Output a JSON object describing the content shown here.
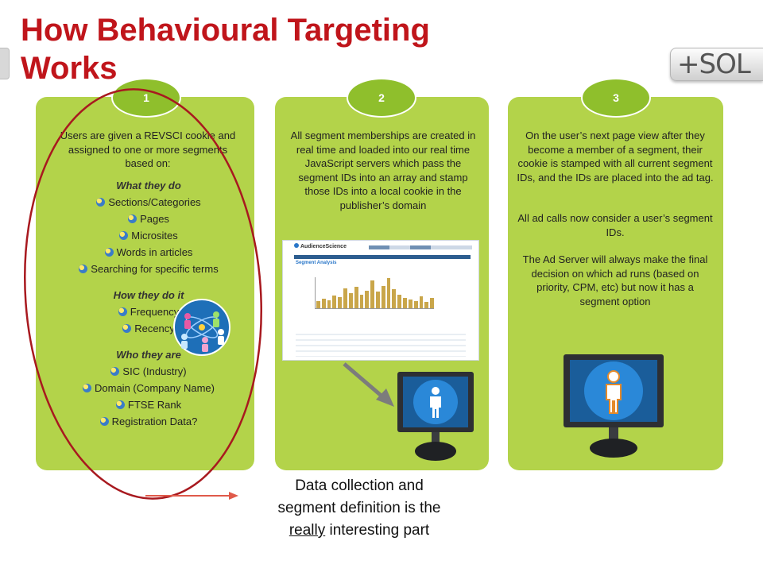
{
  "slide": {
    "title_line1": "How Behavioural Targeting",
    "title_line2": "Works",
    "logo_text": "+SOL",
    "accent_color": "#c0151b",
    "panel_color": "#b3d34a"
  },
  "steps": [
    {
      "number": "1"
    },
    {
      "number": "2"
    },
    {
      "number": "3"
    }
  ],
  "panel1": {
    "intro": "Users are given a REVSCI cookie and assigned to one or more segments based on:",
    "what_head": "What they do",
    "what_items": [
      "Sections/Categories",
      "Pages",
      "Microsites",
      "Words in articles",
      "Searching for specific terms"
    ],
    "how_head": "How they do it",
    "how_items": [
      "Frequency",
      "Recency"
    ],
    "who_head": "Who they are",
    "who_items": [
      "SIC (Industry)",
      "Domain (Company Name)",
      "FTSE Rank",
      "Registration Data?"
    ]
  },
  "panel2": {
    "text": "All segment memberships are created in real time and loaded into our real time JavaScript servers which pass the segment IDs into an array and stamp those IDs into a local cookie in the publisher’s domain",
    "screenshot": {
      "brand": "AudienceScience",
      "heading": "Segment Analysis",
      "chart_bar_color": "#c9a64a",
      "bars": [
        20,
        28,
        24,
        36,
        32,
        58,
        44,
        62,
        40,
        52,
        82,
        48,
        66,
        88,
        56,
        40,
        30,
        26,
        22,
        34,
        18,
        30
      ]
    }
  },
  "panel3": {
    "text1": "On the user’s next page view after they become a member of a segment, their cookie is stamped with all current segment IDs, and the IDs are placed into the ad tag.",
    "text2": "All ad calls now consider a user’s segment IDs.",
    "text3": "The Ad Server will always make the final decision on which ad runs (based on priority, CPM, etc) but now it has a segment option"
  },
  "caption": {
    "line1": "Data collection and",
    "line2": "segment definition is the",
    "emphasis": "really",
    "line3_rest": "interesting part"
  },
  "icons": {
    "step2_monitor": "user-monitor-icon",
    "step3_monitor": "orange-user-monitor-icon",
    "network": "people-network-icon",
    "bullet": "people-bullet-icon"
  }
}
